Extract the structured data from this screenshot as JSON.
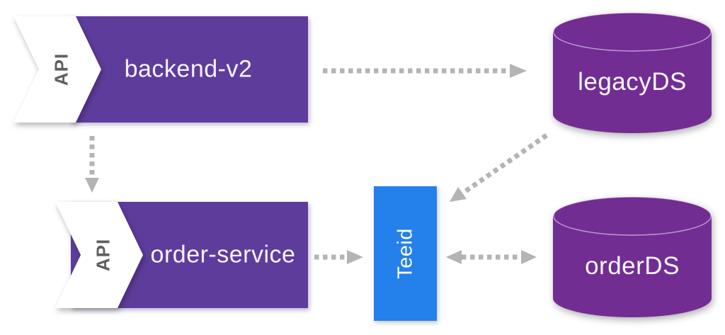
{
  "diagram": {
    "type": "architecture-diagram",
    "background": "#ffffff",
    "colors": {
      "service_box": "#5e3c9c",
      "datastore": "#722d93",
      "teiid_box": "#2480eb",
      "arrow": "#b4b4b4",
      "api_badge_text": "#606060",
      "node_text": "#f7f3fb"
    },
    "nodes": {
      "services": [
        {
          "label": "backend-v2",
          "badge": "API"
        },
        {
          "label": "order-service",
          "badge": "API"
        }
      ],
      "datastores": [
        {
          "label": "legacyDS"
        },
        {
          "label": "orderDS"
        }
      ],
      "mediator": {
        "label": "Teeid"
      }
    },
    "connections": [
      {
        "from": "backend-v2",
        "to": "legacyDS",
        "style": "dotted",
        "arrow": "one-way"
      },
      {
        "from": "backend-v2",
        "to": "order-service",
        "style": "dotted",
        "arrow": "one-way"
      },
      {
        "from": "order-service",
        "to": "Teeid",
        "style": "dotted",
        "arrow": "one-way"
      },
      {
        "from": "legacyDS",
        "to": "Teeid",
        "style": "dotted",
        "arrow": "one-way"
      },
      {
        "from": "Teeid",
        "to": "orderDS",
        "style": "dotted",
        "arrow": "two-way"
      }
    ]
  }
}
